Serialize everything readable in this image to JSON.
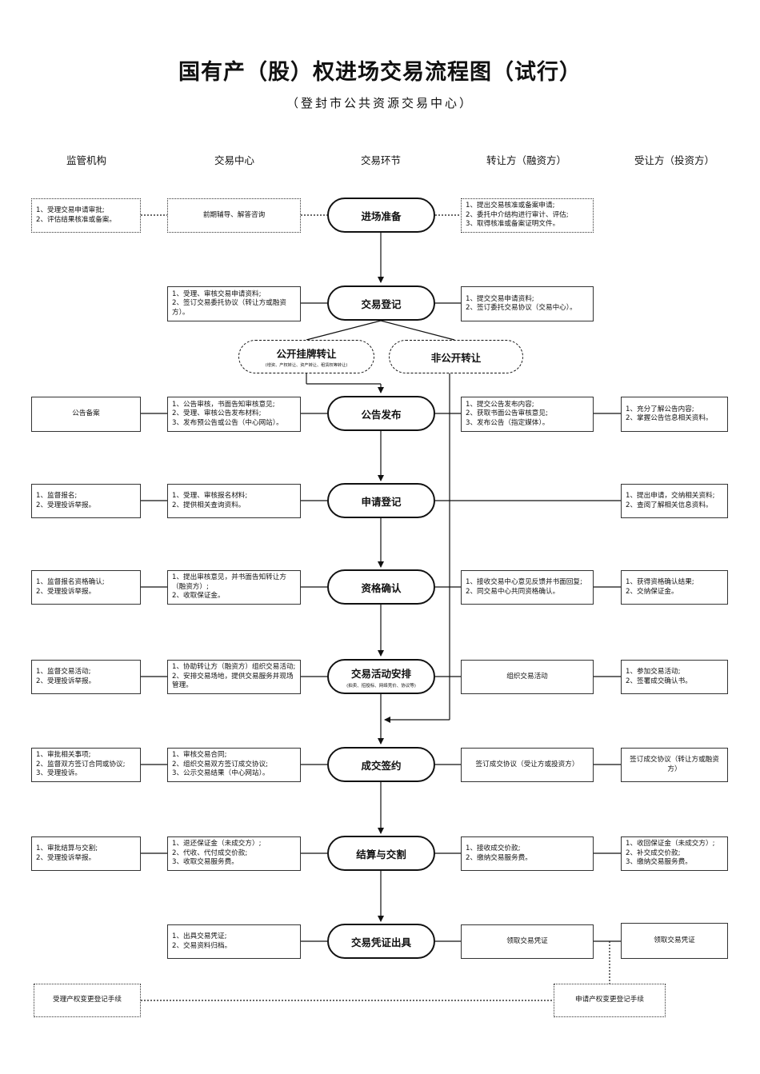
{
  "title": "国有产（股）权进场交易流程图（试行）",
  "subtitle": "（登封市公共资源交易中心）",
  "columns": [
    "监管机构",
    "交易中心",
    "交易环节",
    "转让方（融资方）",
    "受让方（投资方）"
  ],
  "stages": [
    {
      "name": "进场准备"
    },
    {
      "name": "交易登记"
    },
    {
      "name": "公告发布"
    },
    {
      "name": "申请登记"
    },
    {
      "name": "资格确认"
    },
    {
      "name": "交易活动安排",
      "sub": "(拍卖、招投标、网络竞价、协议等)"
    },
    {
      "name": "成交签约"
    },
    {
      "name": "结算与交割"
    },
    {
      "name": "交易凭证出具"
    }
  ],
  "branches": {
    "public": {
      "name": "公开挂牌转让",
      "sub": "(增资、产权转让、资产转让、租赁权等转让)"
    },
    "nonpublic": {
      "name": "非公开转让"
    }
  },
  "regulator": {
    "r1": "1、受理交易申请审批;\n2、评估结果核准或备案。",
    "r3": "公告备案",
    "r4": "1、监督报名;\n2、受理投诉举报。",
    "r5": "1、监督报名资格确认;\n2、受理投诉举报。",
    "r6": "1、监督交易活动;\n2、受理投诉举报。",
    "r7": "1、审批相关事项;\n2、监督双方签订合同或协议;\n3、受理投诉。",
    "r8": "1、审批结算与交割;\n2、受理投诉举报。"
  },
  "center": {
    "r1": "前期辅导、解答咨询",
    "r2": "1、受理、审核交易申请资料;\n2、签订交易委托协议（转让方或融资方）。",
    "r3": "1、公告审核，书面告知审核意见;\n2、受理、审核公告发布材料;\n3、发布预公告或公告（中心网站）。",
    "r4": "1、受理、审核报名材料;\n2、提供相关查询资料。",
    "r5": "1、提出审核意见，并书面告知转让方（融资方）;\n2、收取保证金。",
    "r6": "1、协助转让方（融资方）组织交易活动;\n2、安排交易场地，提供交易服务并现场管理。",
    "r7": "1、审核交易合同;\n2、组织交易双方签订成交协议;\n3、公示交易结果（中心网站）。",
    "r8": "1、退还保证金（未成交方）;\n2、代收、代付成交价款;\n3、收取交易服务费。",
    "r9": "1、出具交易凭证;\n2、交易资料归档。"
  },
  "seller": {
    "r1": "1、提出交易核准或备案申请;\n2、委托中介结构进行审计、评估;\n3、取得核准或备案证明文件。",
    "r2": "1、提交交易申请资料;\n2、签订委托交易协议（交易中心）。",
    "r3": "1、提交公告发布内容;\n2、获取书面公告审核意见;\n3、发布公告（指定媒体）。",
    "r5": "1、接收交易中心意见反馈并书面回复;\n2、同交易中心共同资格确认。",
    "r6": "组织交易活动",
    "r7": "签订成交协议（受让方或投资方）",
    "r8": "1、接收成交价款;\n2、缴纳交易服务费。",
    "r9": "领取交易凭证"
  },
  "buyer": {
    "r3": "1、充分了解公告内容;\n2、掌握公告信息相关资料。",
    "r4": "1、提出申请，交纳相关资料;\n2、查阅了解相关信息资料。",
    "r5": "1、获得资格确认结果;\n2、交纳保证金。",
    "r6": "1、参加交易活动;\n2、签署成交确认书。",
    "r7": "签订成交协议（转让方或融资方）",
    "r8": "1、收回保证金（未成交方）;\n2、补交成交价款;\n3、缴纳交易服务费。",
    "r9": "领取交易凭证"
  },
  "footer": {
    "left": "受理产权变更登记手续",
    "right": "申请产权变更登记手续"
  }
}
